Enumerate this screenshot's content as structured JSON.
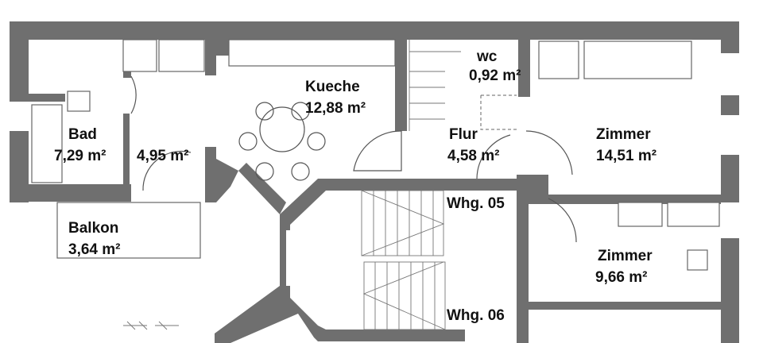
{
  "rooms": [
    {
      "name": "Kueche",
      "area": "12,88 m²"
    },
    {
      "name": "Bad",
      "area": "7,29 m²"
    },
    {
      "name": "",
      "area": "4,95 m²"
    },
    {
      "name": "wc",
      "area": "0,92 m²"
    },
    {
      "name": "Flur",
      "area": "4,58 m²"
    },
    {
      "name": "Zimmer",
      "area": "14,51 m²"
    },
    {
      "name": "Balkon",
      "area": "3,64 m²"
    },
    {
      "name": "Zimmer",
      "area": "9,66 m²"
    }
  ],
  "units": [
    "Whg. 05",
    "Whg. 06"
  ],
  "colors": {
    "wall": "#6f6f6f",
    "line": "#555555",
    "background": "#ffffff"
  }
}
